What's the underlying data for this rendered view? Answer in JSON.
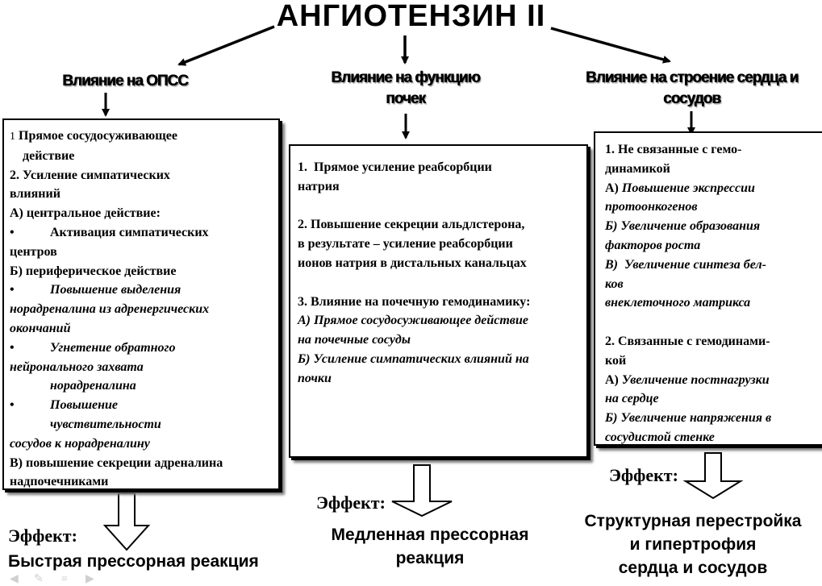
{
  "title": "АНГИОТЕНЗИН II",
  "headers": {
    "left": "Влияние на ОПСС",
    "middle": [
      "Влияние на функцию",
      "почек"
    ],
    "right": [
      "Влияние на строение сердца и",
      "сосудов"
    ]
  },
  "left_box": {
    "lines": [
      {
        "num": "1",
        "text": " Прямое сосудосуживающее"
      },
      {
        "text": "    действие"
      },
      {
        "text": "2. Усиление симпатических"
      },
      {
        "text": "влияний"
      },
      {
        "text": "А) центральное действие:"
      },
      {
        "bullet": "•",
        "text": "Активация симпатических"
      },
      {
        "text": "центров"
      },
      {
        "text": "Б) периферическое действие"
      },
      {
        "bullet": "•",
        "text": "Повышение выделения",
        "italic": true
      },
      {
        "text": "норадреналина из адренергических",
        "italic": true
      },
      {
        "text": "окончаний",
        "italic": true
      },
      {
        "bullet": "•",
        "text": "Угнетение обратного",
        "italic": true
      },
      {
        "text": "нейронального захвата",
        "italic": true
      },
      {
        "text": "норадреналина",
        "italic": true,
        "indent": true
      },
      {
        "bullet": "•",
        "text": "Повышение",
        "italic": true
      },
      {
        "text": "чувствительности",
        "italic": true,
        "indent": true
      },
      {
        "text": "сосудов к норадреналину",
        "italic": true
      },
      {
        "text": "В) повышение секреции адреналина"
      },
      {
        "text": "надпочечниками"
      }
    ]
  },
  "middle_box": {
    "lines": [
      {
        "text": "1.  Прямое усиление реабсорбции"
      },
      {
        "text": "натрия"
      },
      {
        "spacer": true
      },
      {
        "text": "2. Повышение секреции альдлстерона,"
      },
      {
        "text": "в результате – усиление реабсорбции"
      },
      {
        "text": "ионов натрия в дистальных канальцах"
      },
      {
        "spacer": true
      },
      {
        "text": "3. Влияние на почечную гемодинамику:"
      },
      {
        "text": "А) Прямое сосудосуживающее действие",
        "italic": true
      },
      {
        "text": "на почечные сосуды",
        "italic": true
      },
      {
        "text": "Б) Усиление симпатических влияний на",
        "italic": true
      },
      {
        "text": "почки",
        "italic": true
      }
    ]
  },
  "right_box": {
    "lines": [
      {
        "text": "1. Не связанные с гемо-"
      },
      {
        "text": "динамикой"
      },
      {
        "prefix": "А) ",
        "text": "Повышение экспрессии",
        "italic": true
      },
      {
        "text": "протоонкогенов",
        "italic": true
      },
      {
        "text": "Б) Увеличение образования",
        "italic": true
      },
      {
        "text": "факторов роста",
        "italic": true
      },
      {
        "text": "В)  Увеличение синтеза бел-",
        "italic": true
      },
      {
        "text": "ков",
        "italic": true
      },
      {
        "text": "внеклеточного матрикса",
        "italic": true
      },
      {
        "spacer": true
      },
      {
        "text": "2. Связанные с гемодинами-"
      },
      {
        "text": "кой"
      },
      {
        "prefix": "А) ",
        "text": "Увеличение постнагрузки",
        "italic": true
      },
      {
        "text": "на сердце",
        "italic": true
      },
      {
        "text": "Б) Увеличение напряжения в",
        "italic": true
      },
      {
        "text": "сосудистой стенке",
        "italic": true
      }
    ]
  },
  "effects": {
    "label": "Эффект:",
    "left": "Быстрая прессорная реакция",
    "middle": [
      "Медленная прессорная",
      "реакция"
    ],
    "right": [
      "Структурная перестройка",
      "и гипертрофия",
      "сердца и сосудов"
    ]
  },
  "nav_icons": [
    "left-arrow-icon",
    "pencil-icon",
    "menu-icon",
    "right-arrow-icon"
  ]
}
